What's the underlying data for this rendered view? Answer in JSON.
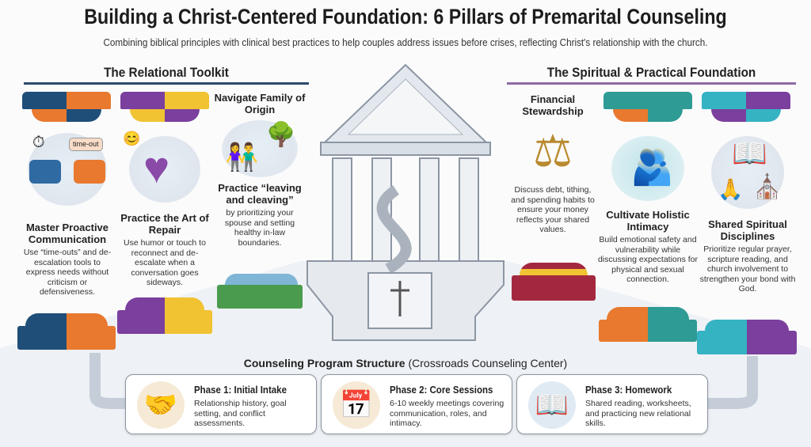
{
  "header": {
    "title": "Building a Christ-Centered Foundation: 6 Pillars of Premarital Counseling",
    "subtitle": "Combining biblical principles with clinical best practices to help couples address issues before crises, reflecting Christ's relationship with the church."
  },
  "sections": {
    "left": "The Relational Toolkit",
    "right": "The Spiritual & Practical Foundation"
  },
  "pillars": [
    {
      "title": "Master Proactive Communication",
      "text": "Use “time-outs” and de-escalation tools to express needs without criticism or defensiveness.",
      "icon_label": "time-out",
      "icon": "speech-bubbles-bridge-icon",
      "colors": [
        "#1f4e79",
        "#e8792f"
      ]
    },
    {
      "title": "Practice the Art of Repair",
      "text": "Use humor or touch to reconnect and de-escalate when a conversation goes sideways.",
      "icon": "mended-heart-icon",
      "colors": [
        "#7b3f9e",
        "#f1c232"
      ]
    },
    {
      "title": "Navigate Family of Origin",
      "subtitle": "Practice “leaving and cleaving”",
      "text": "by prioritizing your spouse and setting healthy in-law boundaries.",
      "icon": "family-tree-icon",
      "colors": [
        "#4b9b4e",
        "#7fb6d6"
      ]
    },
    {
      "title": "Financial Stewardship",
      "text": "Discuss debt, tithing, and spending habits to ensure your money reflects your shared values.",
      "icon": "balance-scale-icon",
      "colors": [
        "#a3283f",
        "#f1c232"
      ]
    },
    {
      "title": "Cultivate Holistic Intimacy",
      "text": "Build emotional safety and vulnerability while discussing expectations for physical and sexual connection.",
      "icon": "embracing-couple-icon",
      "colors": [
        "#2e9b94",
        "#e8792f"
      ]
    },
    {
      "title": "Shared Spiritual Disciplines",
      "text": "Prioritize regular prayer, scripture reading, and church involvement to strengthen your bond with God.",
      "icon": "bible-church-icon",
      "colors": [
        "#35b3c3",
        "#7b3f9e"
      ]
    }
  ],
  "program": {
    "heading": "Counseling Program Structure",
    "heading_note": "(Crossroads Counseling Center)",
    "phases": [
      {
        "title": "Phase 1: Initial Intake",
        "text": "Relationship history, goal setting, and conflict assessments.",
        "icon": "handshake-icon"
      },
      {
        "title": "Phase 2: Core Sessions",
        "text": "6-10 weekly meetings covering communication, roles, and intimacy.",
        "icon": "calendar-chairs-icon"
      },
      {
        "title": "Phase 3: Homework",
        "text": "Shared reading, worksheets, and practicing new relational skills.",
        "icon": "book-pencil-icon"
      }
    ]
  }
}
